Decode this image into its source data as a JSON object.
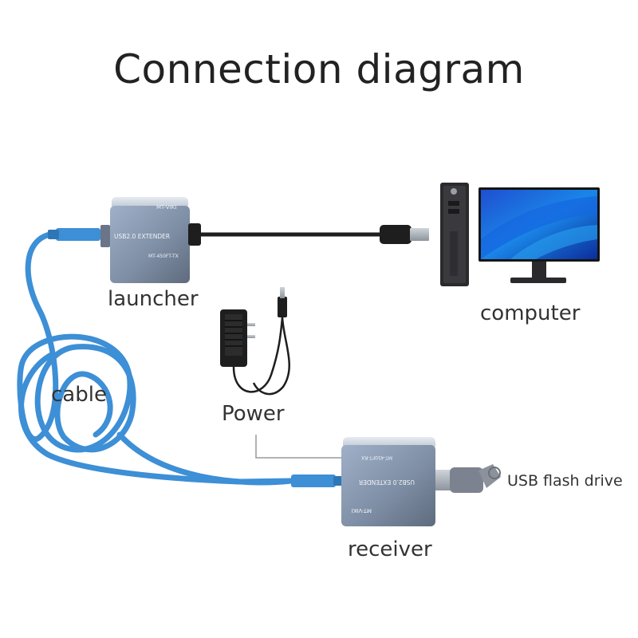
{
  "title": "Connection diagram",
  "labels": {
    "launcher": "launcher",
    "computer": "computer",
    "cable": "cable",
    "power": "Power",
    "receiver": "receiver",
    "usb_flash_drive": "USB flash drive"
  },
  "devices": {
    "launcher": {
      "brand": "MT-VIKI",
      "product": "USB2.0 EXTENDER",
      "model": "MT-450FT-TX"
    },
    "receiver": {
      "brand": "MT-VIKI",
      "product": "USB2.0 EXTENDER",
      "model": "MT-450FT-RX"
    }
  },
  "colors": {
    "cable_blue": "#3d8fd6",
    "device_body": "#8e9db3",
    "usb_cable": "#1e1e1e",
    "leader_line": "#9a9a9a"
  },
  "icons": {
    "computer": "desktop-computer-icon",
    "power": "power-adapter-icon",
    "usb": "usb-flash-drive-icon"
  }
}
